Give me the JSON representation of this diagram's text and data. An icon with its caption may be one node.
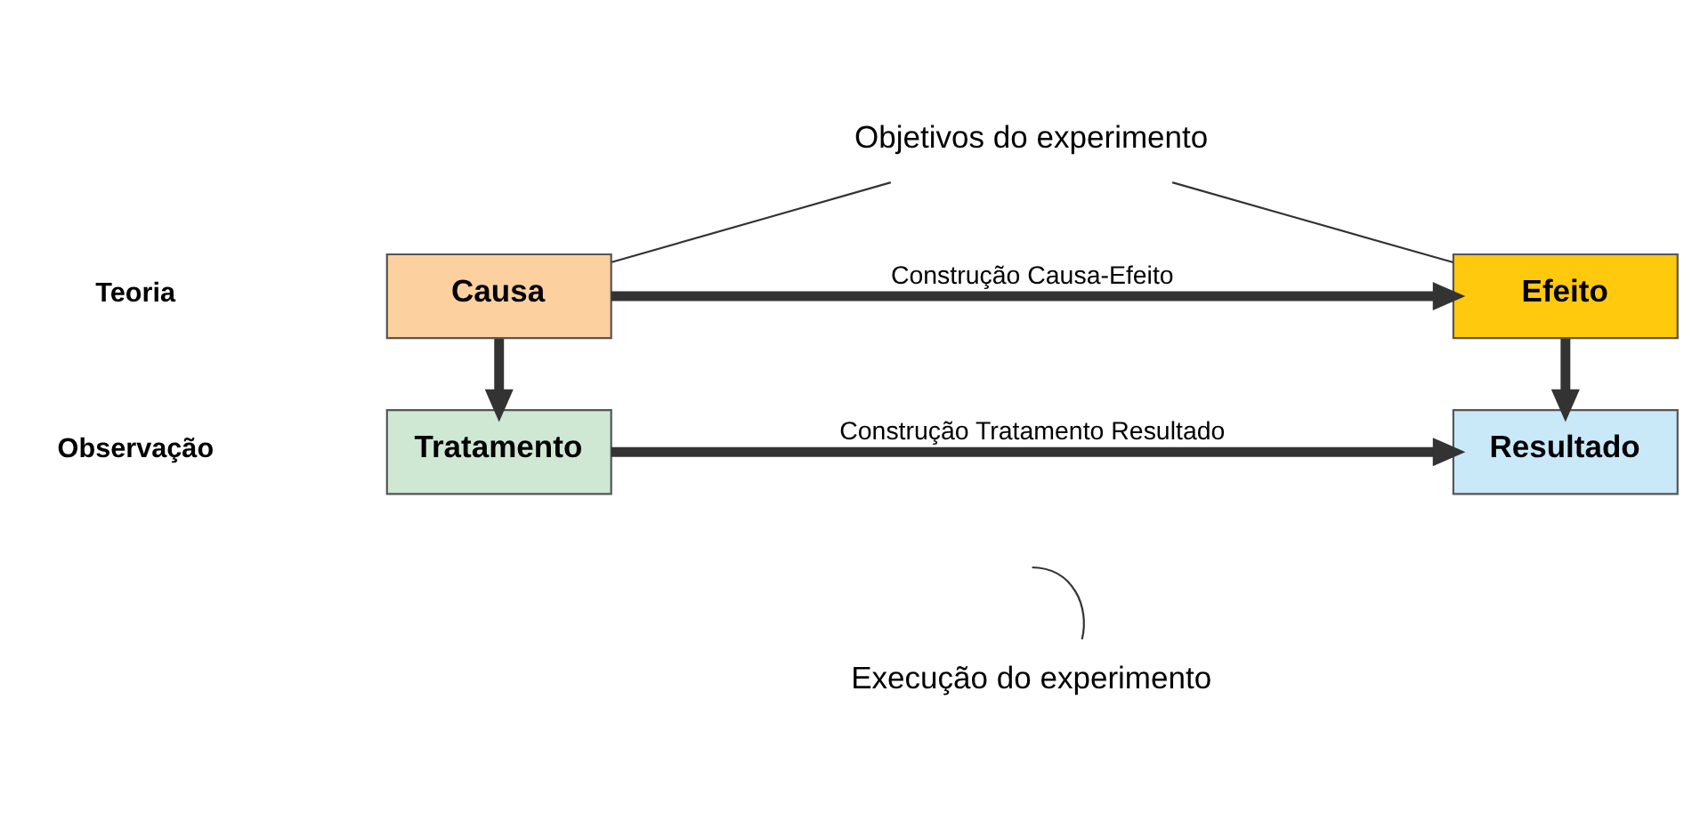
{
  "diagram": {
    "nodes": [
      {
        "text": [
          "Objetivos do experimento"
        ]
      },
      {
        "text": [
          "Causa"
        ]
      },
      {
        "text": [
          "Efeito"
        ]
      },
      {
        "text": [
          "Tratamento"
        ]
      },
      {
        "text": [
          "Resultado"
        ]
      },
      {
        "text": [
          "Execução do experimento"
        ]
      }
    ],
    "edges": [
      {
        "from": 0,
        "to": 1,
        "arrow": "none"
      },
      {
        "from": 0,
        "to": 2,
        "arrow": "none"
      },
      {
        "from": 1,
        "to": 2,
        "arrow": "to",
        "label": "Construção Causa-Efeito"
      },
      {
        "from": 1,
        "to": 3,
        "arrow": "to"
      },
      {
        "from": 2,
        "to": 4,
        "arrow": "to"
      },
      {
        "from": 3,
        "to": 4,
        "arrow": "to",
        "label": "Construção Tratamento Resultado"
      },
      {
        "from": 5,
        "to": null,
        "arrow": "none"
      }
    ],
    "labels": [
      "Teoria",
      "Observação"
    ]
  }
}
